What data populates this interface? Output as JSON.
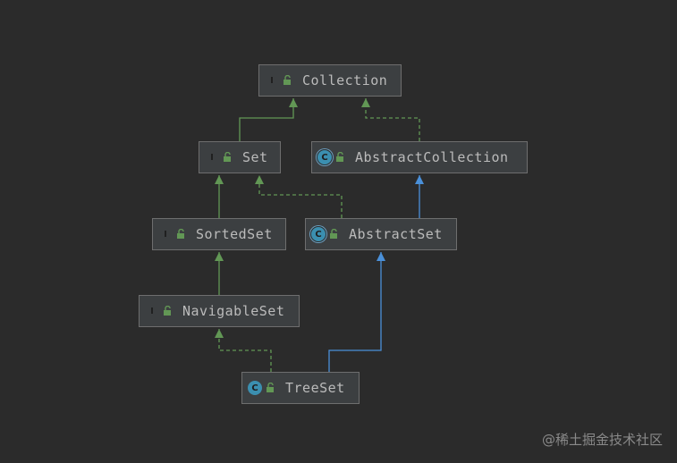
{
  "diagram": {
    "nodes": [
      {
        "id": "collection",
        "label": "Collection",
        "kind": "interface",
        "kind_letter": "I"
      },
      {
        "id": "set",
        "label": "Set",
        "kind": "interface",
        "kind_letter": "I"
      },
      {
        "id": "abstract-collection",
        "label": "AbstractCollection",
        "kind": "abstract",
        "kind_letter": "C"
      },
      {
        "id": "sorted-set",
        "label": "SortedSet",
        "kind": "interface",
        "kind_letter": "I"
      },
      {
        "id": "abstract-set",
        "label": "AbstractSet",
        "kind": "abstract",
        "kind_letter": "C"
      },
      {
        "id": "navigable-set",
        "label": "NavigableSet",
        "kind": "interface",
        "kind_letter": "I"
      },
      {
        "id": "tree-set",
        "label": "TreeSet",
        "kind": "class",
        "kind_letter": "C"
      }
    ],
    "edges": [
      {
        "from": "set",
        "to": "collection",
        "type": "extends-interface"
      },
      {
        "from": "abstract-collection",
        "to": "collection",
        "type": "implements"
      },
      {
        "from": "sorted-set",
        "to": "set",
        "type": "extends-interface"
      },
      {
        "from": "abstract-set",
        "to": "set",
        "type": "implements"
      },
      {
        "from": "abstract-set",
        "to": "abstract-collection",
        "type": "extends-class"
      },
      {
        "from": "navigable-set",
        "to": "sorted-set",
        "type": "extends-interface"
      },
      {
        "from": "tree-set",
        "to": "navigable-set",
        "type": "implements"
      },
      {
        "from": "tree-set",
        "to": "abstract-set",
        "type": "extends-class"
      }
    ],
    "colors": {
      "interface_edge": "#629755",
      "class_edge": "#4a90d9",
      "node_background": "#3c3f41",
      "node_border": "#6e6e6e",
      "text": "#bbbbbb"
    },
    "icons": {
      "access": "unlocked-icon"
    }
  },
  "watermark": "@稀土掘金技术社区"
}
